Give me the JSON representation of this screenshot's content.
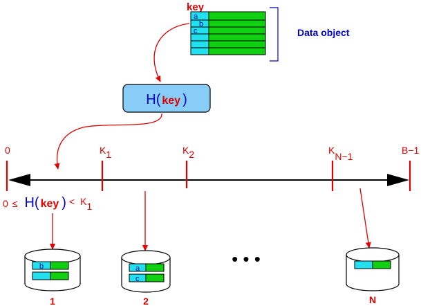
{
  "colors": {
    "red": "#e00000",
    "blue": "#0000cc",
    "cyan": "#22e0ee",
    "green": "#11d011",
    "hash_box": "#88ccf8"
  },
  "data_object": {
    "key_label": "key",
    "row_labels": [
      "a",
      "b",
      "c"
    ],
    "caption": "Data object"
  },
  "hash_box": {
    "fn": "H(",
    "arg": "key",
    "close": ")"
  },
  "line_labels": {
    "zero": "0",
    "k1_base": "K",
    "k1_sub": "1",
    "k2_base": "K",
    "k2_sub": "2",
    "kn_base": "K",
    "kn_sub": "N−1",
    "end": "B−1"
  },
  "condition": {
    "zero": "0",
    "leq": "≤",
    "fn": "H(",
    "arg": "key",
    "close": ")",
    "lt": "<",
    "k_base": "K",
    "k_sub": "1"
  },
  "buckets": [
    {
      "label": "1",
      "cells": [
        "b",
        ""
      ]
    },
    {
      "label": "2",
      "cells": [
        "a",
        "c"
      ]
    },
    {
      "label": "N",
      "cells": [
        ""
      ]
    }
  ],
  "ellipsis": "•  •  •"
}
